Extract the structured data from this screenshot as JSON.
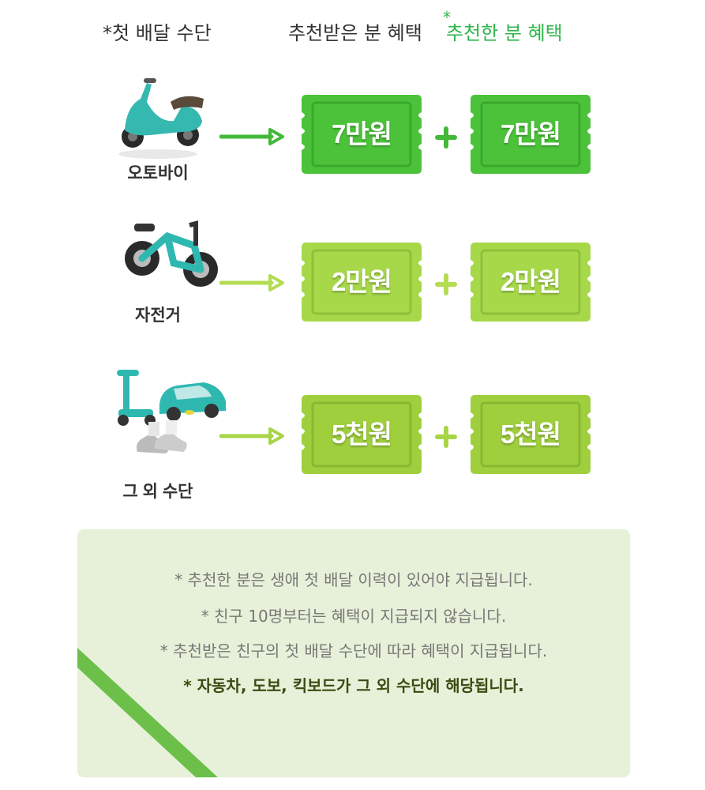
{
  "headers": {
    "mode": "*첫 배달 수단",
    "referee": "추천받은 분 혜택",
    "referrer_star": "*",
    "referrer": "추천한 분 혜택"
  },
  "rows": [
    {
      "vehicle_label": "오토바이",
      "referee_amount": "7만원",
      "referrer_amount": "7만원",
      "ticket_color": "#4cc23a",
      "arrow_color": "#43b93a"
    },
    {
      "vehicle_label": "자전거",
      "referee_amount": "2만원",
      "referrer_amount": "2만원",
      "ticket_color": "#a6d84a",
      "arrow_color": "#b3dc52"
    },
    {
      "vehicle_label": "그 외 수단",
      "referee_amount": "5천원",
      "referrer_amount": "5천원",
      "ticket_color": "#9fcf3d",
      "arrow_color": "#a8d548"
    }
  ],
  "icons": [
    "scooter-icon",
    "bicycle-icon",
    "kickboard-icon",
    "car-icon",
    "shoes-icon",
    "arrow-right-icon",
    "plus-icon"
  ],
  "notes": [
    "* 추천한 분은 생애 첫 배달 이력이 있어야 지급됩니다.",
    "* 친구 10명부터는 혜택이 지급되지 않습니다.",
    "* 추천받은 친구의 첫 배달 수단에 따라 혜택이 지급됩니다.",
    "* 자동차, 도보, 킥보드가 그 외 수단에 해당됩니다."
  ],
  "colors": {
    "accent": "#2fb54a",
    "panel": "#e7f1d9",
    "emphasis_note": "#3c4a12"
  }
}
